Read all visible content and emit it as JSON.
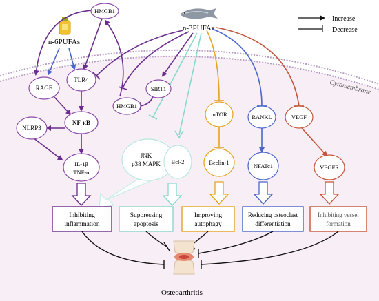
{
  "legend": {
    "increase": "Increase",
    "decrease": "Decrease"
  },
  "membrane_label": "Cytomembrane",
  "sources": {
    "n6": "n-6PUFAs",
    "n3": "n-3PUFAs"
  },
  "nodes": {
    "hmgb1_top": "HMGB1",
    "rage": "RAGE",
    "tlr4": "TLR4",
    "nfkb": "NF-κB",
    "nlrp3": "NLRP3",
    "il1b": "IL-1β",
    "tnfa": "TNF-α",
    "sirt1": "SIRT1",
    "hmgb1_inner": "HMGB1",
    "jnk": "JNK",
    "p38": "p38 MAPK",
    "bcl2": "Bcl-2",
    "mtor": "mTOR",
    "beclin1": "Beclin-1",
    "rankl": "RANKL",
    "nfatc1": "NFATc1",
    "vegf": "VEGF",
    "vegfr": "VEGFR"
  },
  "outcomes": {
    "inflammation": [
      "Inhibiting",
      "inflammation"
    ],
    "apoptosis": [
      "Suppressing",
      "apoptosis"
    ],
    "autophagy": [
      "Improving",
      "autophagy"
    ],
    "osteoclast": [
      "Reducing osteoclast",
      "differentiation"
    ],
    "vessel": [
      "Inhibiting vessel",
      "formation"
    ]
  },
  "result": "Osteoarthritis",
  "colors": {
    "purple": "#6a2d8c",
    "blue": "#4a66c9",
    "teal": "#88d8cc",
    "orange": "#e4a321",
    "red": "#c4553a",
    "node_stroke": "#8a4aa8",
    "membrane": "#b79bc2",
    "cell_fill": "#f8eef6"
  }
}
